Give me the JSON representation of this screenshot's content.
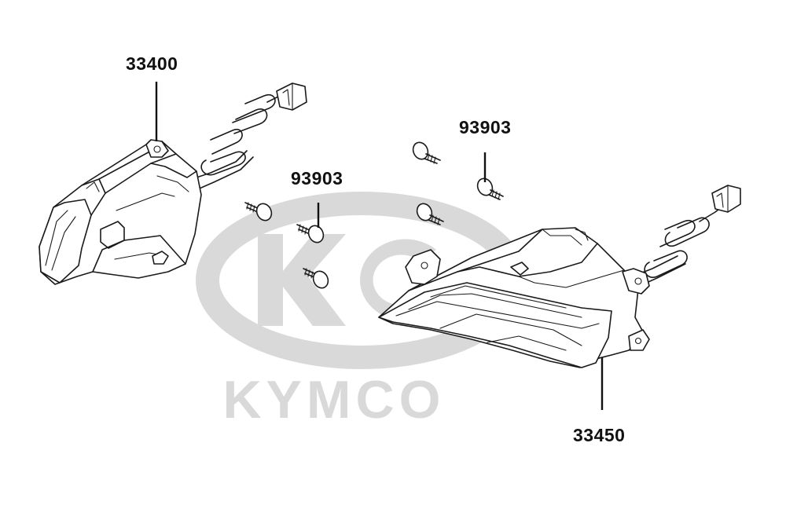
{
  "watermark": {
    "logo_letters": "KC",
    "brand_text": "KYMCO",
    "color": "#d9d9d9"
  },
  "callouts": [
    {
      "id": "left-indicator",
      "label": "33400"
    },
    {
      "id": "screw-left",
      "label": "93903"
    },
    {
      "id": "screw-right",
      "label": "93903"
    },
    {
      "id": "right-indicator",
      "label": "33450"
    }
  ]
}
